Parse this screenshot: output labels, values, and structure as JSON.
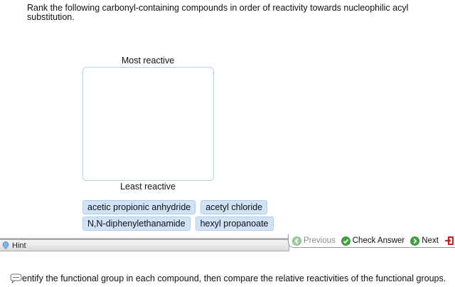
{
  "question": {
    "text": "Rank the following carbonyl-containing compounds in order of reactivity towards nucleophilic acyl substitution."
  },
  "ranking": {
    "top_label": "Most reactive",
    "bottom_label": "Least reactive"
  },
  "compounds": [
    "acetic propionic anhydride",
    "acetyl chloride",
    "N,N-diphenylethanamide",
    "hexyl propanoate"
  ],
  "toolbar": {
    "hint_label": "Hint",
    "previous_label": "Previous",
    "check_label": "Check Answer",
    "next_label": "Next"
  },
  "hint": {
    "text": "entify the functional group in each compound, then compare the relative reactivities of the functional groups."
  },
  "colors": {
    "chip_bg": "#cfe2f6",
    "dropzone_border": "#b9cfe6",
    "check_green": "#3aa53a",
    "exit_red": "#cc1f1f"
  },
  "icons": {
    "hint": "lightbulb-icon",
    "previous": "previous-arrow-icon",
    "check": "checkmark-icon",
    "next": "next-arrow-icon",
    "exit": "exit-icon",
    "hint_bubble": "speech-bubble-icon"
  }
}
